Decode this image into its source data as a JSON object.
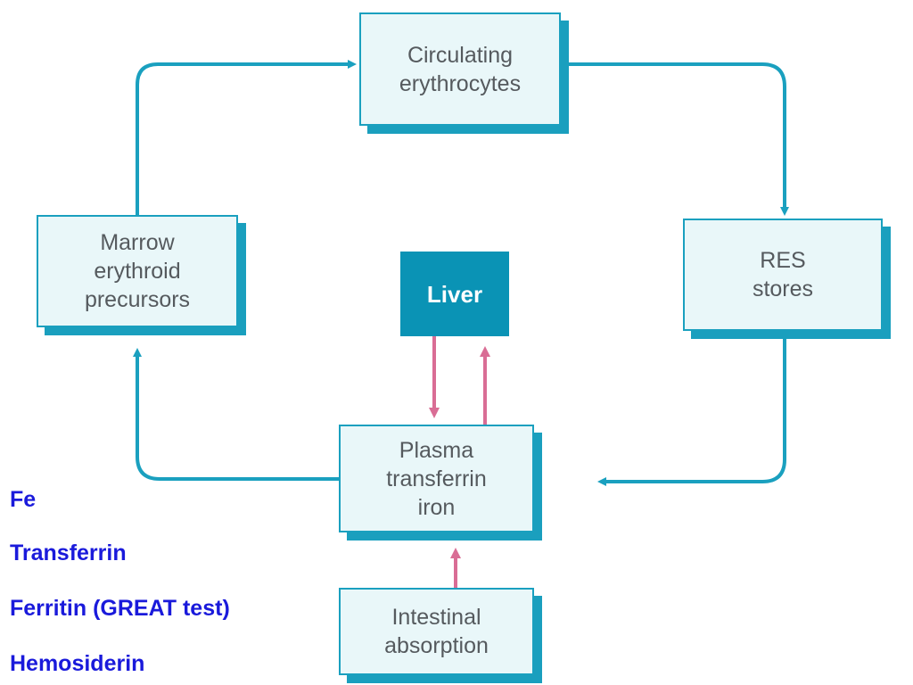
{
  "nodes": {
    "circulating": [
      "Circulating",
      "erythrocytes"
    ],
    "marrow": [
      "Marrow",
      "erythroid",
      "precursors"
    ],
    "res": [
      "RES",
      "stores"
    ],
    "liver": [
      "Liver"
    ],
    "plasma": [
      "Plasma",
      "transferrin",
      "iron"
    ],
    "intestinal": [
      "Intestinal",
      "absorption"
    ]
  },
  "notes": [
    "Fe",
    "Transferrin",
    "Ferritin (GREAT test)",
    "Hemosiderin"
  ],
  "colors": {
    "cycle_arrow": "#1aa0bf",
    "liver_arrow": "#d96d95",
    "node_fill": "#e9f7f9",
    "node_border": "#1aa0bf",
    "liver_fill": "#0a93b5",
    "note_text": "#1a1adb"
  }
}
